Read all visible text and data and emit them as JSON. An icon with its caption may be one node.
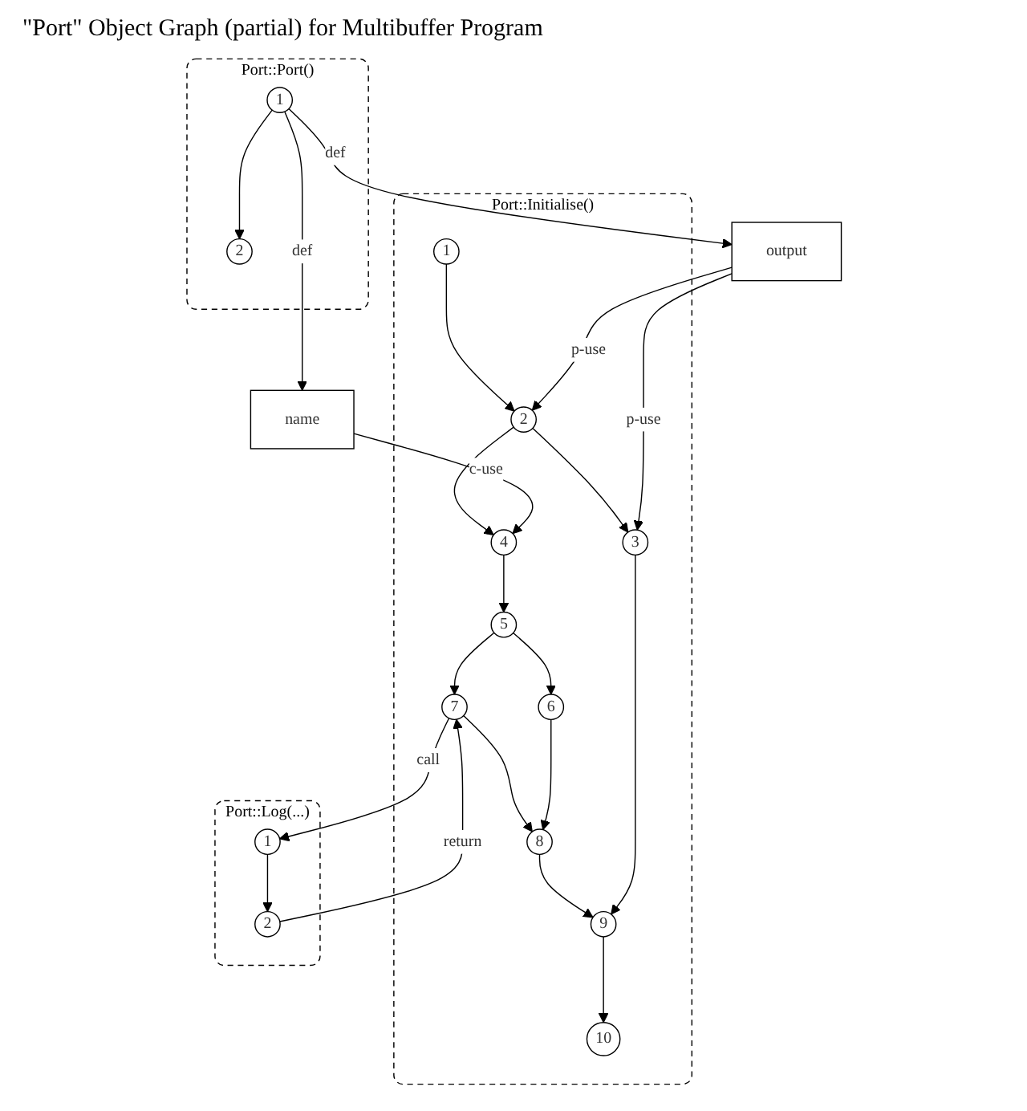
{
  "diagram": {
    "title": "\"Port\" Object Graph (partial) for Multibuffer Program",
    "nodes": [
      {
        "text": [
          "Port::Port()"
        ]
      },
      {
        "text": [
          "1"
        ],
        "in": 0
      },
      {
        "text": [
          "2"
        ],
        "in": 0
      },
      {
        "text": [
          "output"
        ]
      },
      {
        "text": [
          "name"
        ]
      },
      {
        "text": [
          "Port::Initialise()"
        ]
      },
      {
        "text": [
          "1"
        ],
        "in": 5
      },
      {
        "text": [
          "2"
        ],
        "in": 5
      },
      {
        "text": [
          "3"
        ],
        "in": 5
      },
      {
        "text": [
          "4"
        ],
        "in": 5
      },
      {
        "text": [
          "5"
        ],
        "in": 5
      },
      {
        "text": [
          "6"
        ],
        "in": 5
      },
      {
        "text": [
          "7"
        ],
        "in": 5
      },
      {
        "text": [
          "8"
        ],
        "in": 5
      },
      {
        "text": [
          "9"
        ],
        "in": 5
      },
      {
        "text": [
          "10"
        ],
        "in": 5
      },
      {
        "text": [
          "Port::Log(...)"
        ]
      },
      {
        "text": [
          "1"
        ],
        "in": 16
      },
      {
        "text": [
          "2"
        ],
        "in": 16
      }
    ],
    "edges": [
      {
        "from": 1,
        "to": 2,
        "arrow": "to"
      },
      {
        "from": 1,
        "to": 3,
        "arrow": "to",
        "label": "def"
      },
      {
        "from": 1,
        "to": 4,
        "arrow": "to",
        "label": "def"
      },
      {
        "from": 3,
        "to": 8,
        "arrow": "to",
        "label": "p-use"
      },
      {
        "from": 3,
        "to": 7,
        "arrow": "to",
        "label": "p-use"
      },
      {
        "from": 4,
        "to": 9,
        "arrow": "to",
        "label": "c-use"
      },
      {
        "from": 6,
        "to": 7,
        "arrow": "to"
      },
      {
        "from": 7,
        "to": 8,
        "arrow": "to"
      },
      {
        "from": 7,
        "to": 9,
        "arrow": "to"
      },
      {
        "from": 8,
        "to": 14,
        "arrow": "to"
      },
      {
        "from": 9,
        "to": 10,
        "arrow": "to"
      },
      {
        "from": 10,
        "to": 11,
        "arrow": "to"
      },
      {
        "from": 10,
        "to": 12,
        "arrow": "to"
      },
      {
        "from": 11,
        "to": 13,
        "arrow": "to"
      },
      {
        "from": 12,
        "to": 13,
        "arrow": "to"
      },
      {
        "from": 13,
        "to": 14,
        "arrow": "to"
      },
      {
        "from": 14,
        "to": 15,
        "arrow": "to"
      },
      {
        "from": 12,
        "to": 17,
        "arrow": "to",
        "label": "call"
      },
      {
        "from": 18,
        "to": 12,
        "arrow": "to",
        "label": "return"
      },
      {
        "from": 17,
        "to": 18,
        "arrow": "to"
      }
    ]
  }
}
